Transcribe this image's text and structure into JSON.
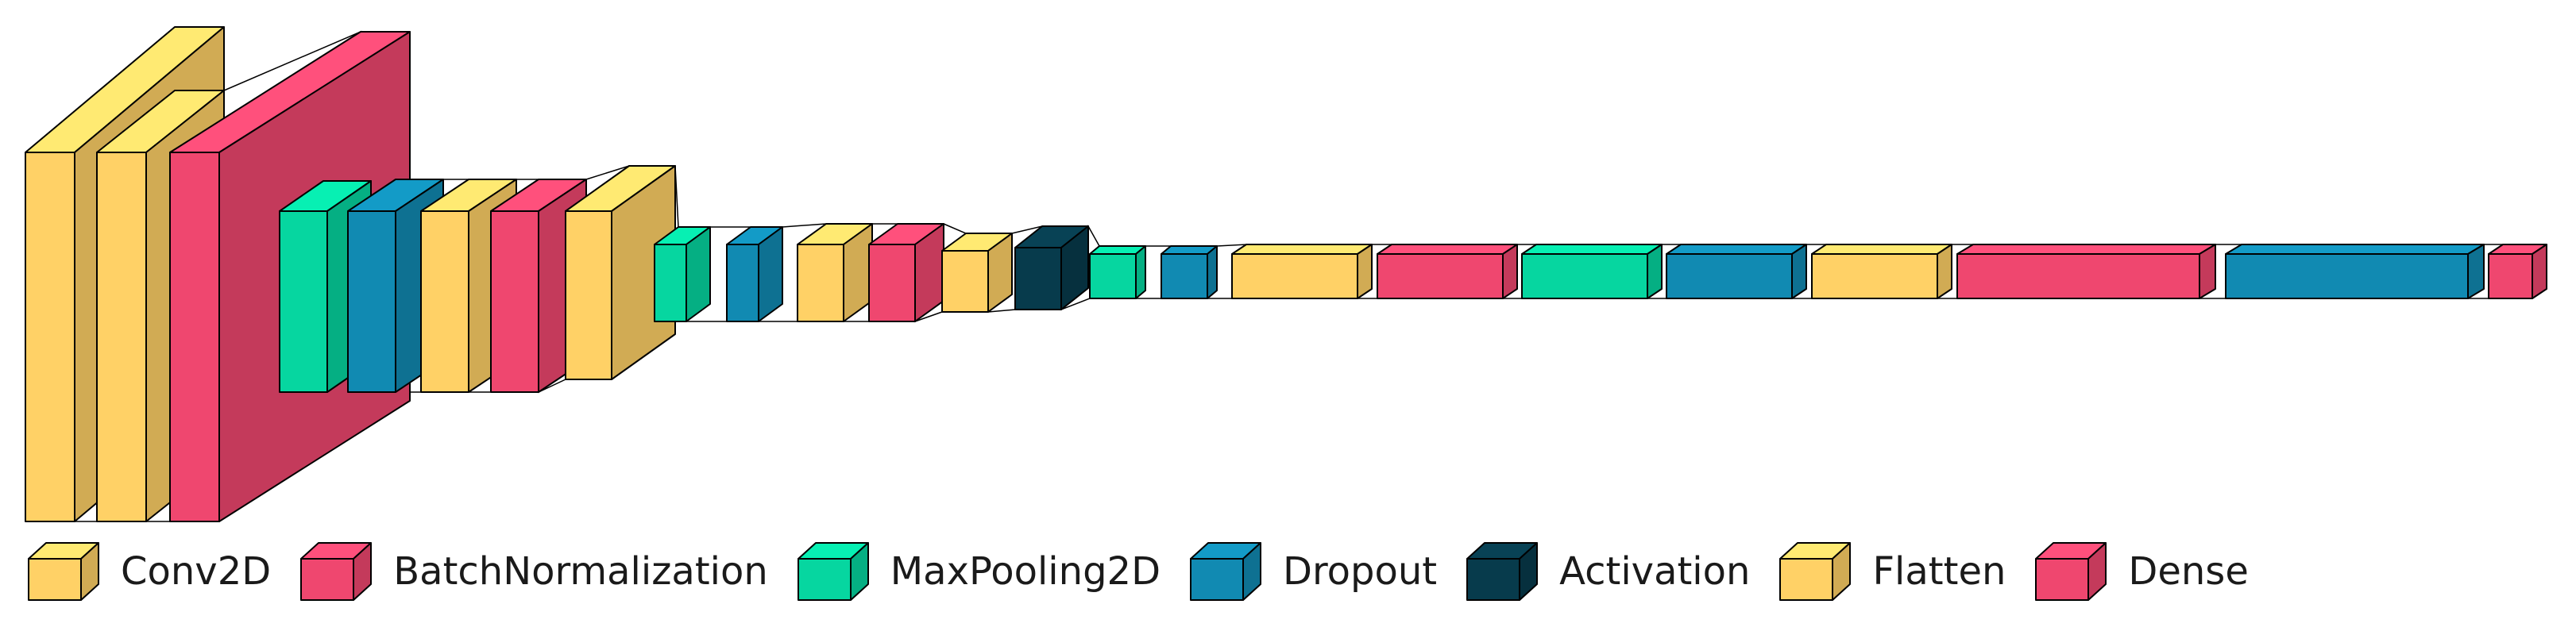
{
  "colors": {
    "Conv2D": "#ffd166",
    "BatchNormalization": "#ef476f",
    "MaxPooling2D": "#06d6a0",
    "Dropout": "#118ab2",
    "Activation": "#073b4c",
    "Flatten": "#ffd166",
    "Dense": "#ef476f"
  },
  "legend": [
    {
      "label": "Conv2D",
      "type": "Conv2D"
    },
    {
      "label": "BatchNormalization",
      "type": "BatchNormalization"
    },
    {
      "label": "MaxPooling2D",
      "type": "MaxPooling2D"
    },
    {
      "label": "Dropout",
      "type": "Dropout"
    },
    {
      "label": "Activation",
      "type": "Activation"
    },
    {
      "label": "Flatten",
      "type": "Flatten"
    },
    {
      "label": "Dense",
      "type": "Dense"
    }
  ],
  "layers": [
    {
      "type": "Conv2D"
    },
    {
      "type": "Conv2D"
    },
    {
      "type": "BatchNormalization"
    },
    {
      "type": "MaxPooling2D"
    },
    {
      "type": "Dropout"
    },
    {
      "type": "Conv2D"
    },
    {
      "type": "BatchNormalization"
    },
    {
      "type": "Conv2D"
    },
    {
      "type": "MaxPooling2D"
    },
    {
      "type": "Dropout"
    },
    {
      "type": "Conv2D"
    },
    {
      "type": "BatchNormalization"
    },
    {
      "type": "Conv2D"
    },
    {
      "type": "Activation"
    },
    {
      "type": "MaxPooling2D"
    },
    {
      "type": "Dropout"
    },
    {
      "type": "Flatten"
    },
    {
      "type": "Dense"
    },
    {
      "type": "MaxPooling2D"
    },
    {
      "type": "Dropout"
    },
    {
      "type": "Flatten"
    },
    {
      "type": "Dense"
    },
    {
      "type": "Dropout"
    },
    {
      "type": "Dense"
    }
  ]
}
